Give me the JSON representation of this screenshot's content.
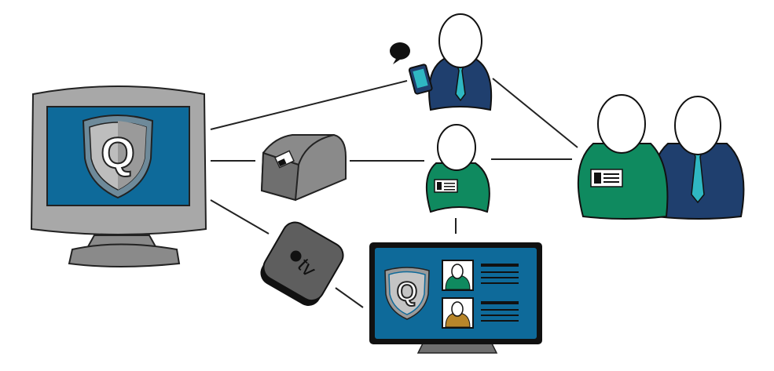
{
  "diagram": {
    "logo_letter": "Q",
    "apple_tv_label": "tv",
    "colors": {
      "screen_blue": "#0e6a9a",
      "navy": "#1f3f6e",
      "green": "#0f8a5f",
      "gold": "#b8862a",
      "tie": "#2fb7c2",
      "device_gray": "#6f6f6f",
      "monitor_gray": "#a8a8a8"
    },
    "nodes": [
      "desktop-monitor",
      "receipt-printer",
      "apple-tv",
      "display-tv",
      "mobile-staff",
      "badge-staff",
      "visitors"
    ]
  }
}
